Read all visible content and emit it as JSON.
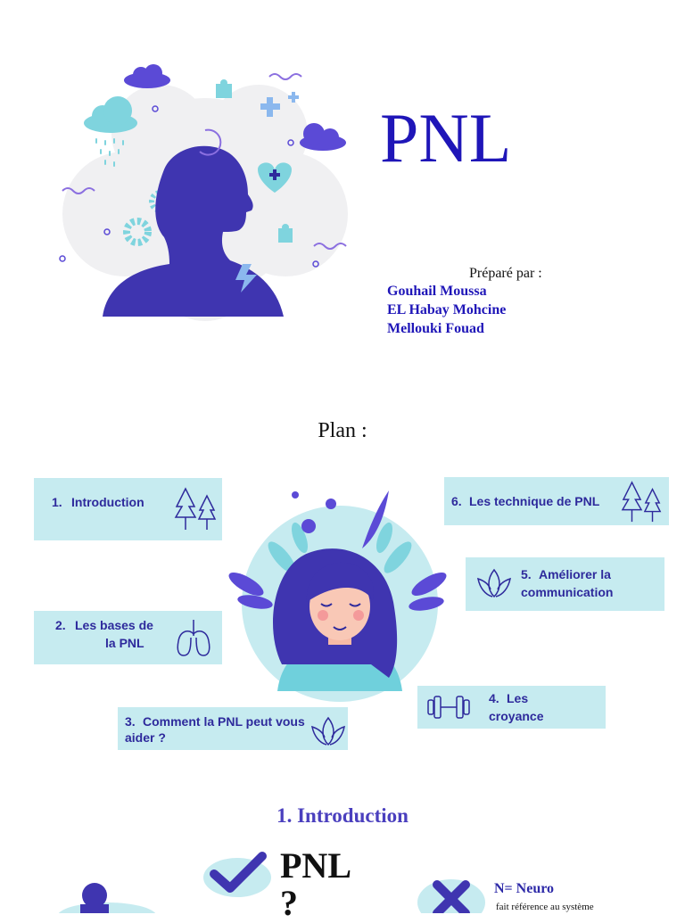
{
  "title": "PNL",
  "prepared": {
    "label": "Préparé par :",
    "authors": [
      "Gouhail Moussa",
      "EL Habay Mohcine",
      "Mellouki Fouad"
    ]
  },
  "plan": {
    "title": "Plan :",
    "items": [
      {
        "num": "1.",
        "label": "Introduction",
        "icon": "tree-icon"
      },
      {
        "num": "2.",
        "line1": "Les bases de",
        "line2": "la PNL",
        "icon": "lungs-icon"
      },
      {
        "num": "3.",
        "line1": "Comment la PNL peut vous",
        "line2": "aider ?",
        "icon": "lotus-icon"
      },
      {
        "num": "4.",
        "line1": "Les",
        "line2": "croyance",
        "icon": "dumbbell-icon"
      },
      {
        "num": "5.",
        "line1": "Améliorer la",
        "line2": "communication",
        "icon": "lotus-icon"
      },
      {
        "num": "6.",
        "label": "Les technique de PNL",
        "icon": "tree-icon"
      }
    ]
  },
  "intro": {
    "heading": "1.  Introduction",
    "question_line1": "PNL",
    "question_line2": "?",
    "neuro_label": "N= Neuro",
    "neuro_desc": "fait référence au système"
  },
  "colors": {
    "primary": "#1f16b8",
    "accent": "#3f35b0",
    "box": "#c6ebf0",
    "light_blue": "#6fd0dc"
  }
}
